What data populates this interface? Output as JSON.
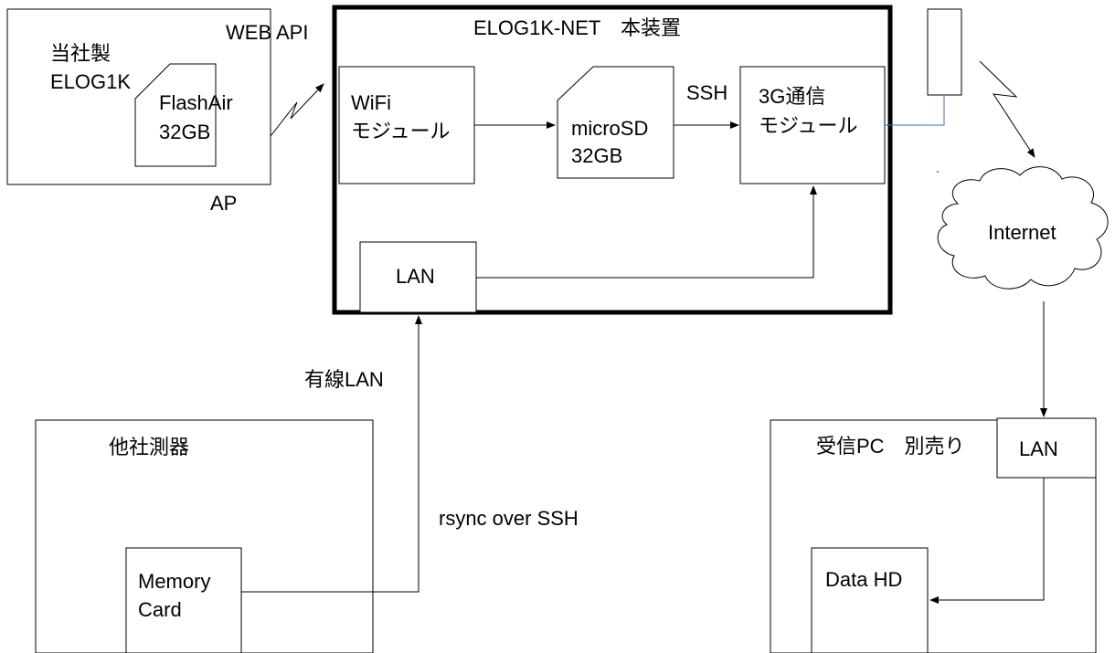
{
  "diagram": {
    "elog1k_box": {
      "line1": "当社製",
      "line2": "ELOG1K"
    },
    "flashair_card": {
      "line1": "FlashAir",
      "line2": "32GB"
    },
    "labels": {
      "web_api": "WEB API",
      "ap": "AP",
      "ssh": "SSH",
      "wired_lan": "有線LAN",
      "rsync": "rsync over SSH"
    },
    "main_device": {
      "title": "ELOG1K-NET　本装置"
    },
    "wifi_module": {
      "line1": "WiFi",
      "line2": "モジュール"
    },
    "microsd_card": {
      "line1": "microSD",
      "line2": "32GB"
    },
    "module_3g": {
      "line1": "3G通信",
      "line2": "モジュール"
    },
    "lan_port": {
      "label": "LAN"
    },
    "internet_cloud": {
      "label": "Internet"
    },
    "other_meter": {
      "title": "他社測器"
    },
    "memory_card": {
      "line1": "Memory",
      "line2": "Card"
    },
    "receiver_pc": {
      "title": "受信PC　別売り"
    },
    "receiver_lan": {
      "label": "LAN"
    },
    "data_hd": {
      "label": "Data HD"
    },
    "colors": {
      "line": "#000000",
      "antenna_link": "#3b6fb6",
      "background": "#ffffff"
    }
  }
}
